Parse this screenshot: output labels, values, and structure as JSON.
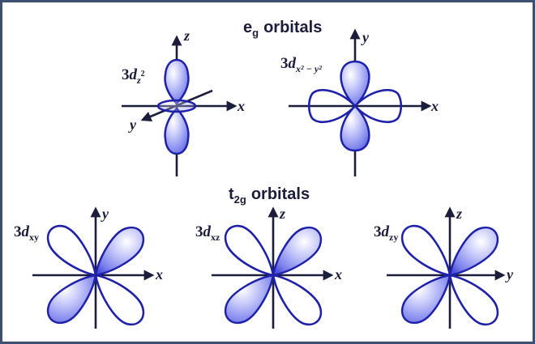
{
  "sections": {
    "eg": {
      "main": "e",
      "sub": "g",
      "word": "orbitals"
    },
    "t2g": {
      "main": "t",
      "sub": "2g",
      "word": "orbitals"
    }
  },
  "orbitals": {
    "dz2": {
      "prefix": "3",
      "d": "d",
      "sub": "z",
      "sup": "2",
      "axes": {
        "vertical": "z",
        "horizontal": "x",
        "depth": "y"
      }
    },
    "dx2y2": {
      "prefix": "3",
      "d": "d",
      "sub": "x² − y²",
      "axes": {
        "vertical": "y",
        "horizontal": "x"
      }
    },
    "dxy": {
      "prefix": "3",
      "d": "d",
      "sub": "xy",
      "axes": {
        "vertical": "y",
        "horizontal": "x"
      }
    },
    "dxz": {
      "prefix": "3",
      "d": "d",
      "sub": "xz",
      "axes": {
        "vertical": "z",
        "horizontal": "x"
      }
    },
    "dzy": {
      "prefix": "3",
      "d": "d",
      "sub": "zy",
      "axes": {
        "vertical": "z",
        "horizontal": "y"
      }
    }
  },
  "colors": {
    "frame": "#3e4f6f",
    "lobe_light": "#ffffff",
    "lobe_mid": "#aeb1f5",
    "lobe_dark": "#5257e0",
    "outline": "#1e22a8",
    "text": "#1b1d3a"
  }
}
